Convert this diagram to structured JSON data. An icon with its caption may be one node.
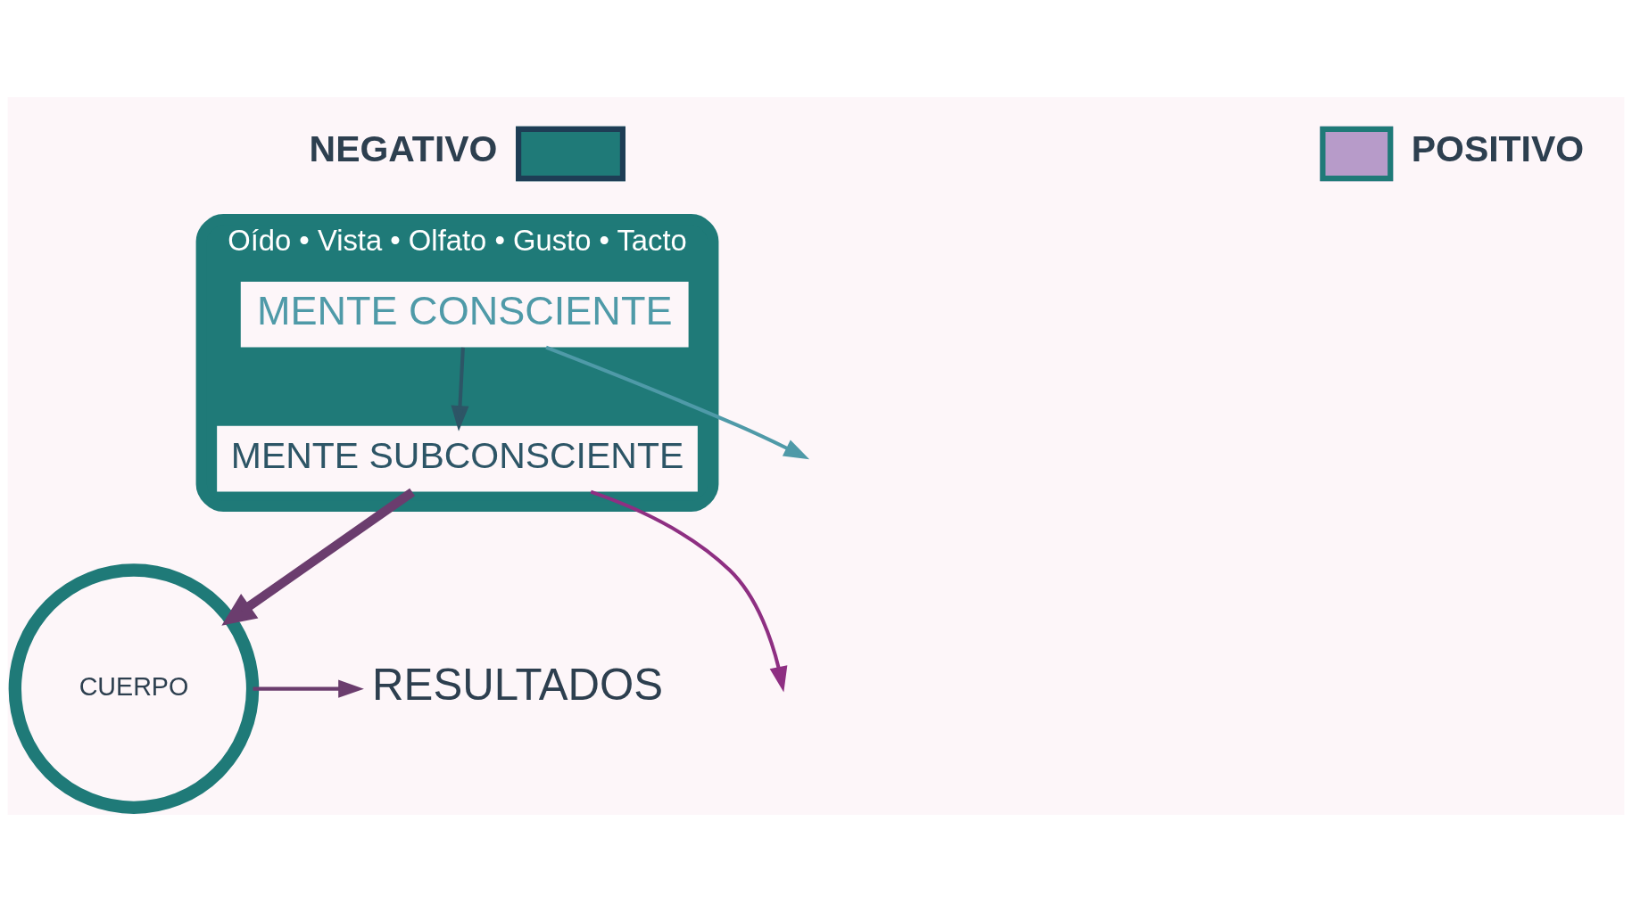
{
  "diagram": {
    "nodes": [
      {
        "text": [
          "Oído • Vista • Olfato • Gusto • Tacto"
        ]
      },
      {
        "text": [
          "MENTE CONSCIENTE"
        ],
        "in": 0
      },
      {
        "text": [
          "MENTE SUBCONSCIENTE"
        ],
        "in": 0
      },
      {
        "text": [
          "CUERPO"
        ]
      },
      {
        "text": [
          "RESULTADOS"
        ]
      }
    ],
    "edges": [
      {
        "from": 1,
        "to": 2,
        "arrow": "to"
      },
      {
        "from": 2,
        "to": 3,
        "arrow": "to",
        "style": "thick",
        "color": "#6b3d6e"
      },
      {
        "from": 3,
        "to": 4,
        "arrow": "to",
        "color": "#6b3d6e"
      },
      {
        "from": 1,
        "to": null,
        "arrow": "to",
        "color": "#4f9aa8"
      },
      {
        "from": 2,
        "to": null,
        "arrow": "to",
        "color": "#8e2f82"
      }
    ],
    "legend": [
      {
        "text": "NEGATIVO"
      },
      {
        "text": "POSITIVO"
      }
    ]
  }
}
